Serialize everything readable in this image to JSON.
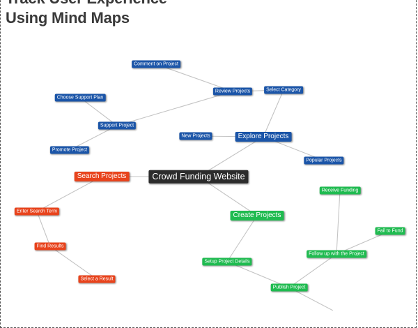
{
  "title": {
    "line1": "Track User Experience",
    "line2": "Using Mind Maps"
  },
  "colors": {
    "explore_branch": "#1b55a8",
    "search_branch": "#e8431c",
    "create_branch": "#1fbb50",
    "root": "#2c2c2c",
    "link": "#c4c4c4"
  },
  "nodes": {
    "root": "Crowd Funding Website",
    "explore_projects": "Explore Projects",
    "search_projects": "Search Projects",
    "create_projects": "Create Projects",
    "comment_on_project": "Comment on Project",
    "review_projects": "Review Projects",
    "select_category": "Select Category",
    "choose_support_plan": "Choose Support Plan",
    "support_project": "Support Project",
    "promote_project": "Promote Project",
    "new_projects": "New Projects",
    "popular_projects": "Popular Projects",
    "enter_search_term": "Enter Search Term",
    "find_results": "Find Results",
    "select_a_result": "Select a Result",
    "receive_funding": "Receive Funding",
    "fail_to_fund": "Fail to Fund",
    "follow_up_with_project": "Follow up with the Project",
    "setup_project_details": "Setup Project Details",
    "publish_project": "Publish Project"
  }
}
